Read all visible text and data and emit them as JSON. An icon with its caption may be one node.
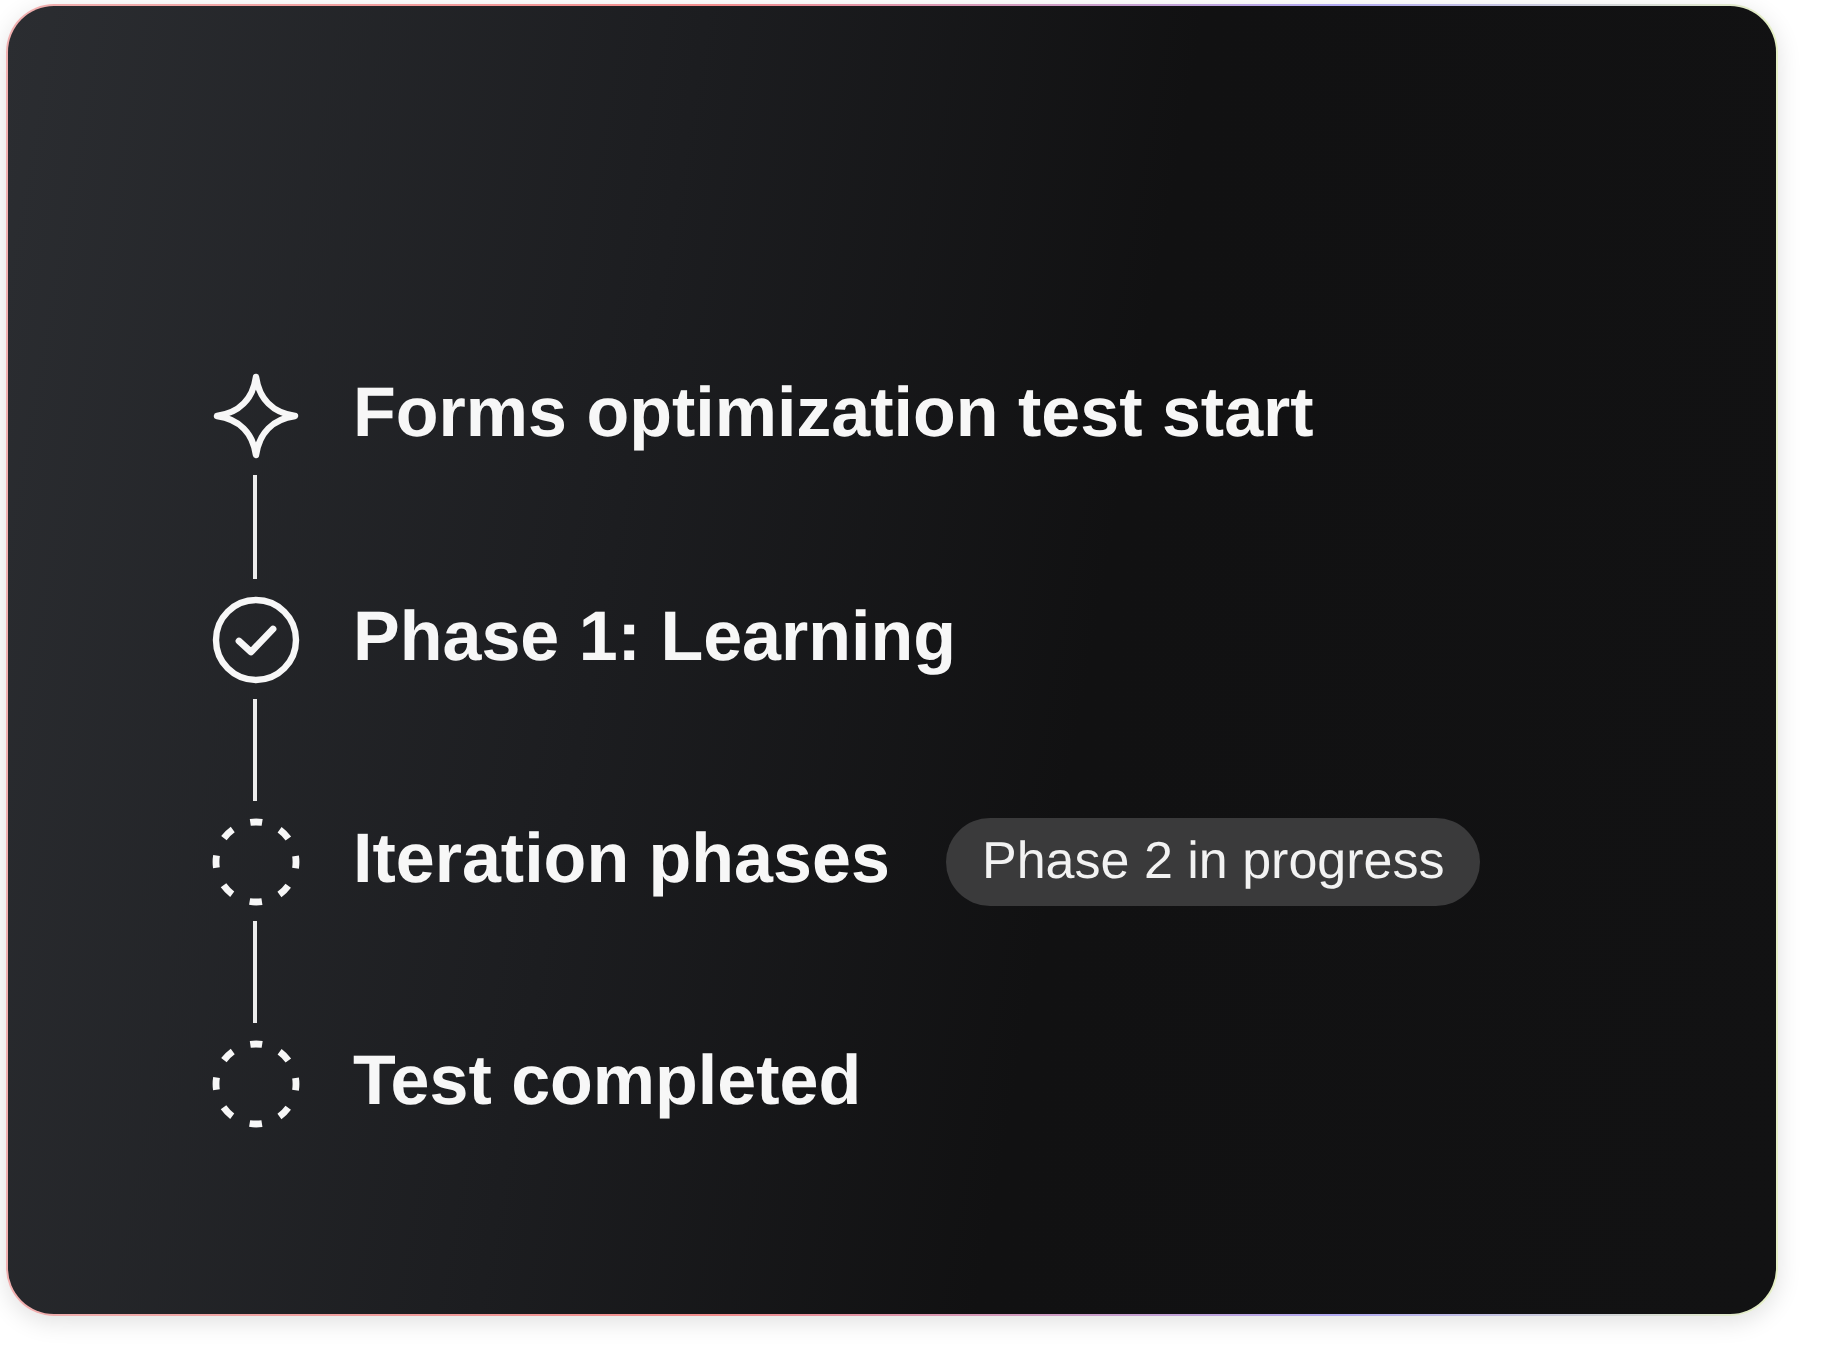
{
  "diagram": {
    "nodes": [
      {
        "text": [
          "Forms optimization test start"
        ]
      },
      {
        "text": [
          "Phase 1: Learning"
        ]
      },
      {
        "text": [
          "Iteration phases"
        ]
      },
      {
        "text": [
          "Phase 2 in progress"
        ]
      },
      {
        "text": [
          "Test completed"
        ]
      }
    ],
    "edges": [
      {
        "from": 0,
        "to": 1,
        "arrow": "none"
      },
      {
        "from": 1,
        "to": 2,
        "arrow": "none"
      },
      {
        "from": 2,
        "to": 4,
        "arrow": "none"
      }
    ]
  }
}
